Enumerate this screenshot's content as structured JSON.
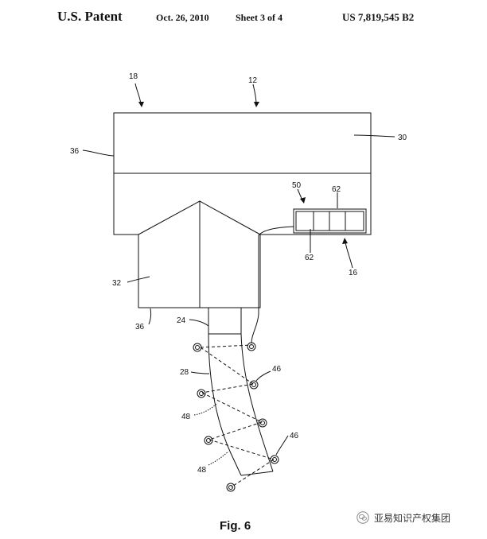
{
  "header": {
    "left": "U.S. Patent",
    "date": "Oct. 26, 2010",
    "sheet": "Sheet 3 of 4",
    "patent_number": "US 7,819,545 B2"
  },
  "figure": {
    "caption": "Fig. 6",
    "labels": {
      "l18": "18",
      "l12": "12",
      "l36a": "36",
      "l30": "30",
      "l50": "50",
      "l62a": "62",
      "l62b": "62",
      "l16": "16",
      "l32": "32",
      "l36b": "36",
      "l24": "24",
      "l28": "28",
      "l46a": "46",
      "l48a": "48",
      "l46b": "46",
      "l48b": "48"
    }
  },
  "watermark": {
    "text": "亚易知识产权集团",
    "logo_icon": "wechat-logo-icon"
  }
}
